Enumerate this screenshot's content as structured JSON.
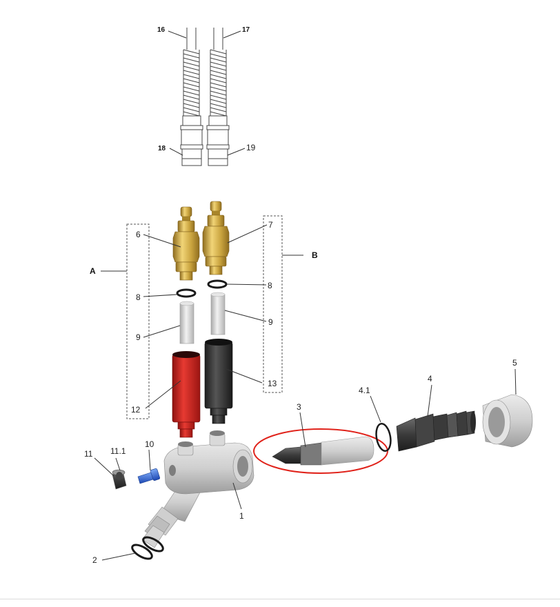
{
  "colors": {
    "brass": "#d4b24a",
    "brass_dark": "#a8852a",
    "red": "#d9231f",
    "black_part": "#3a3a3a",
    "grey_part": "#c9c9c9",
    "highlight_ring": "#e0221a"
  },
  "labels": {
    "n16": "16",
    "n17": "17",
    "n18": "18",
    "n19": "19",
    "n6": "6",
    "n7": "7",
    "A": "A",
    "B": "B",
    "n8_left": "8",
    "n8_right": "8",
    "n9_left": "9",
    "n9_right": "9",
    "n12": "12",
    "n13": "13",
    "n3": "3",
    "n4_1": "4.1",
    "n4": "4",
    "n5": "5",
    "n11": "11",
    "n11_1": "11.1",
    "n10": "10",
    "n1": "1",
    "n2": "2"
  },
  "parts": [
    {
      "id": "hose-16",
      "icon": "hose-icon"
    },
    {
      "id": "hose-17",
      "icon": "hose-icon"
    },
    {
      "id": "fitting-18",
      "icon": "fitting-icon"
    },
    {
      "id": "fitting-19",
      "icon": "fitting-icon"
    },
    {
      "id": "brass-coupling-6",
      "icon": "coupling-icon"
    },
    {
      "id": "brass-coupling-7",
      "icon": "coupling-icon"
    },
    {
      "id": "o-ring-8",
      "icon": "o-ring-icon"
    },
    {
      "id": "insert-9",
      "icon": "tube-icon"
    },
    {
      "id": "sleeve-12",
      "icon": "sleeve-icon"
    },
    {
      "id": "sleeve-13",
      "icon": "sleeve-icon"
    },
    {
      "id": "nozzle-3",
      "icon": "nozzle-icon"
    },
    {
      "id": "o-ring-4-1",
      "icon": "o-ring-icon"
    },
    {
      "id": "hose-connector-4",
      "icon": "connector-icon"
    },
    {
      "id": "nut-5",
      "icon": "nut-icon"
    },
    {
      "id": "plug-11",
      "icon": "plug-icon"
    },
    {
      "id": "screw-10",
      "icon": "screw-icon"
    },
    {
      "id": "body-1",
      "icon": "body-icon"
    },
    {
      "id": "o-rings-2",
      "icon": "o-ring-icon"
    }
  ]
}
